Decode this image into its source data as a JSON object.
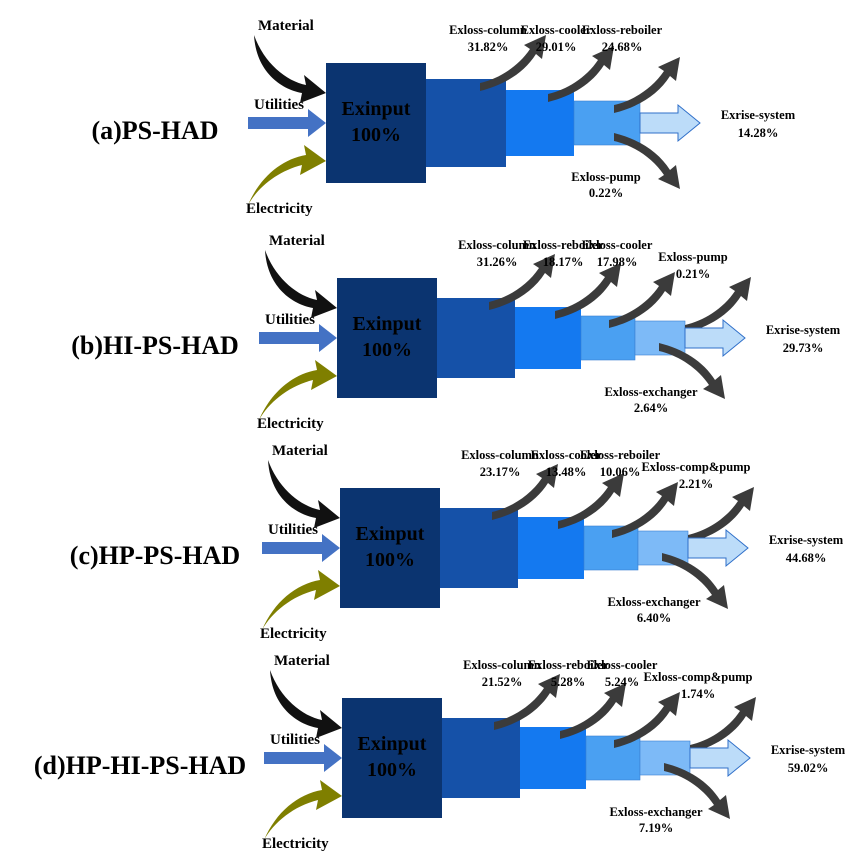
{
  "colors": {
    "box_darkest": "#0b3470",
    "box_dark": "#1551a8",
    "box_mid": "#1479f0",
    "box_light": "#4aa0f2",
    "box_lighter": "#7dbaf7",
    "exrise_fill": "#bcdcf9",
    "exrise_stroke": "#2f6fc9",
    "loss_arrow": "#3b3b3b",
    "material_arrow": "#111111",
    "utilities_arrow": "#4472c4",
    "electricity_arrow": "#7f7f00"
  },
  "input_labels": {
    "material": "Material",
    "utilities": "Utilities",
    "electricity": "Electricity"
  },
  "exinput": {
    "name": "Exinput",
    "value": "100%"
  },
  "panels": [
    {
      "title": "(a)PS-HAD",
      "stages": [
        {
          "name": "Exloss-column",
          "value": "31.82%",
          "pos": "top"
        },
        {
          "name": "Exloss-cooler",
          "value": "29.01%",
          "pos": "top"
        },
        {
          "name": "Exloss-reboiler",
          "value": "24.68%",
          "pos": "top"
        },
        {
          "name": "Exloss-pump",
          "value": "0.22%",
          "pos": "bottom"
        }
      ],
      "exrise": {
        "name": "Exrise-system",
        "value": "14.28%"
      }
    },
    {
      "title": "(b)HI-PS-HAD",
      "stages": [
        {
          "name": "Exloss-column",
          "value": "31.26%",
          "pos": "top"
        },
        {
          "name": "Exloss-reboiler",
          "value": "18.17%",
          "pos": "top"
        },
        {
          "name": "Exloss-cooler",
          "value": "17.98%",
          "pos": "top"
        },
        {
          "name": "Exloss-exchanger",
          "value": "2.64%",
          "pos": "bottom"
        },
        {
          "name": "Exloss-pump",
          "value": "0.21%",
          "pos": "top"
        }
      ],
      "exrise": {
        "name": "Exrise-system",
        "value": "29.73%"
      }
    },
    {
      "title": "(c)HP-PS-HAD",
      "stages": [
        {
          "name": "Exloss-column",
          "value": "23.17%",
          "pos": "top"
        },
        {
          "name": "Exloss-cooler",
          "value": "13.48%",
          "pos": "top"
        },
        {
          "name": "Exloss-reboiler",
          "value": "10.06%",
          "pos": "top"
        },
        {
          "name": "Exloss-exchanger",
          "value": "6.40%",
          "pos": "bottom"
        },
        {
          "name": "Exloss-comp&pump",
          "value": "2.21%",
          "pos": "top"
        }
      ],
      "exrise": {
        "name": "Exrise-system",
        "value": "44.68%"
      }
    },
    {
      "title": "(d)HP-HI-PS-HAD",
      "stages": [
        {
          "name": "Exloss-column",
          "value": "21.52%",
          "pos": "top"
        },
        {
          "name": "Exloss-reboiler",
          "value": "5.28%",
          "pos": "top"
        },
        {
          "name": "Exloss-cooler",
          "value": "5.24%",
          "pos": "top"
        },
        {
          "name": "Exloss-exchanger",
          "value": "7.19%",
          "pos": "bottom"
        },
        {
          "name": "Exloss-comp&pump",
          "value": "1.74%",
          "pos": "top"
        }
      ],
      "exrise": {
        "name": "Exrise-system",
        "value": "59.02%"
      }
    }
  ]
}
